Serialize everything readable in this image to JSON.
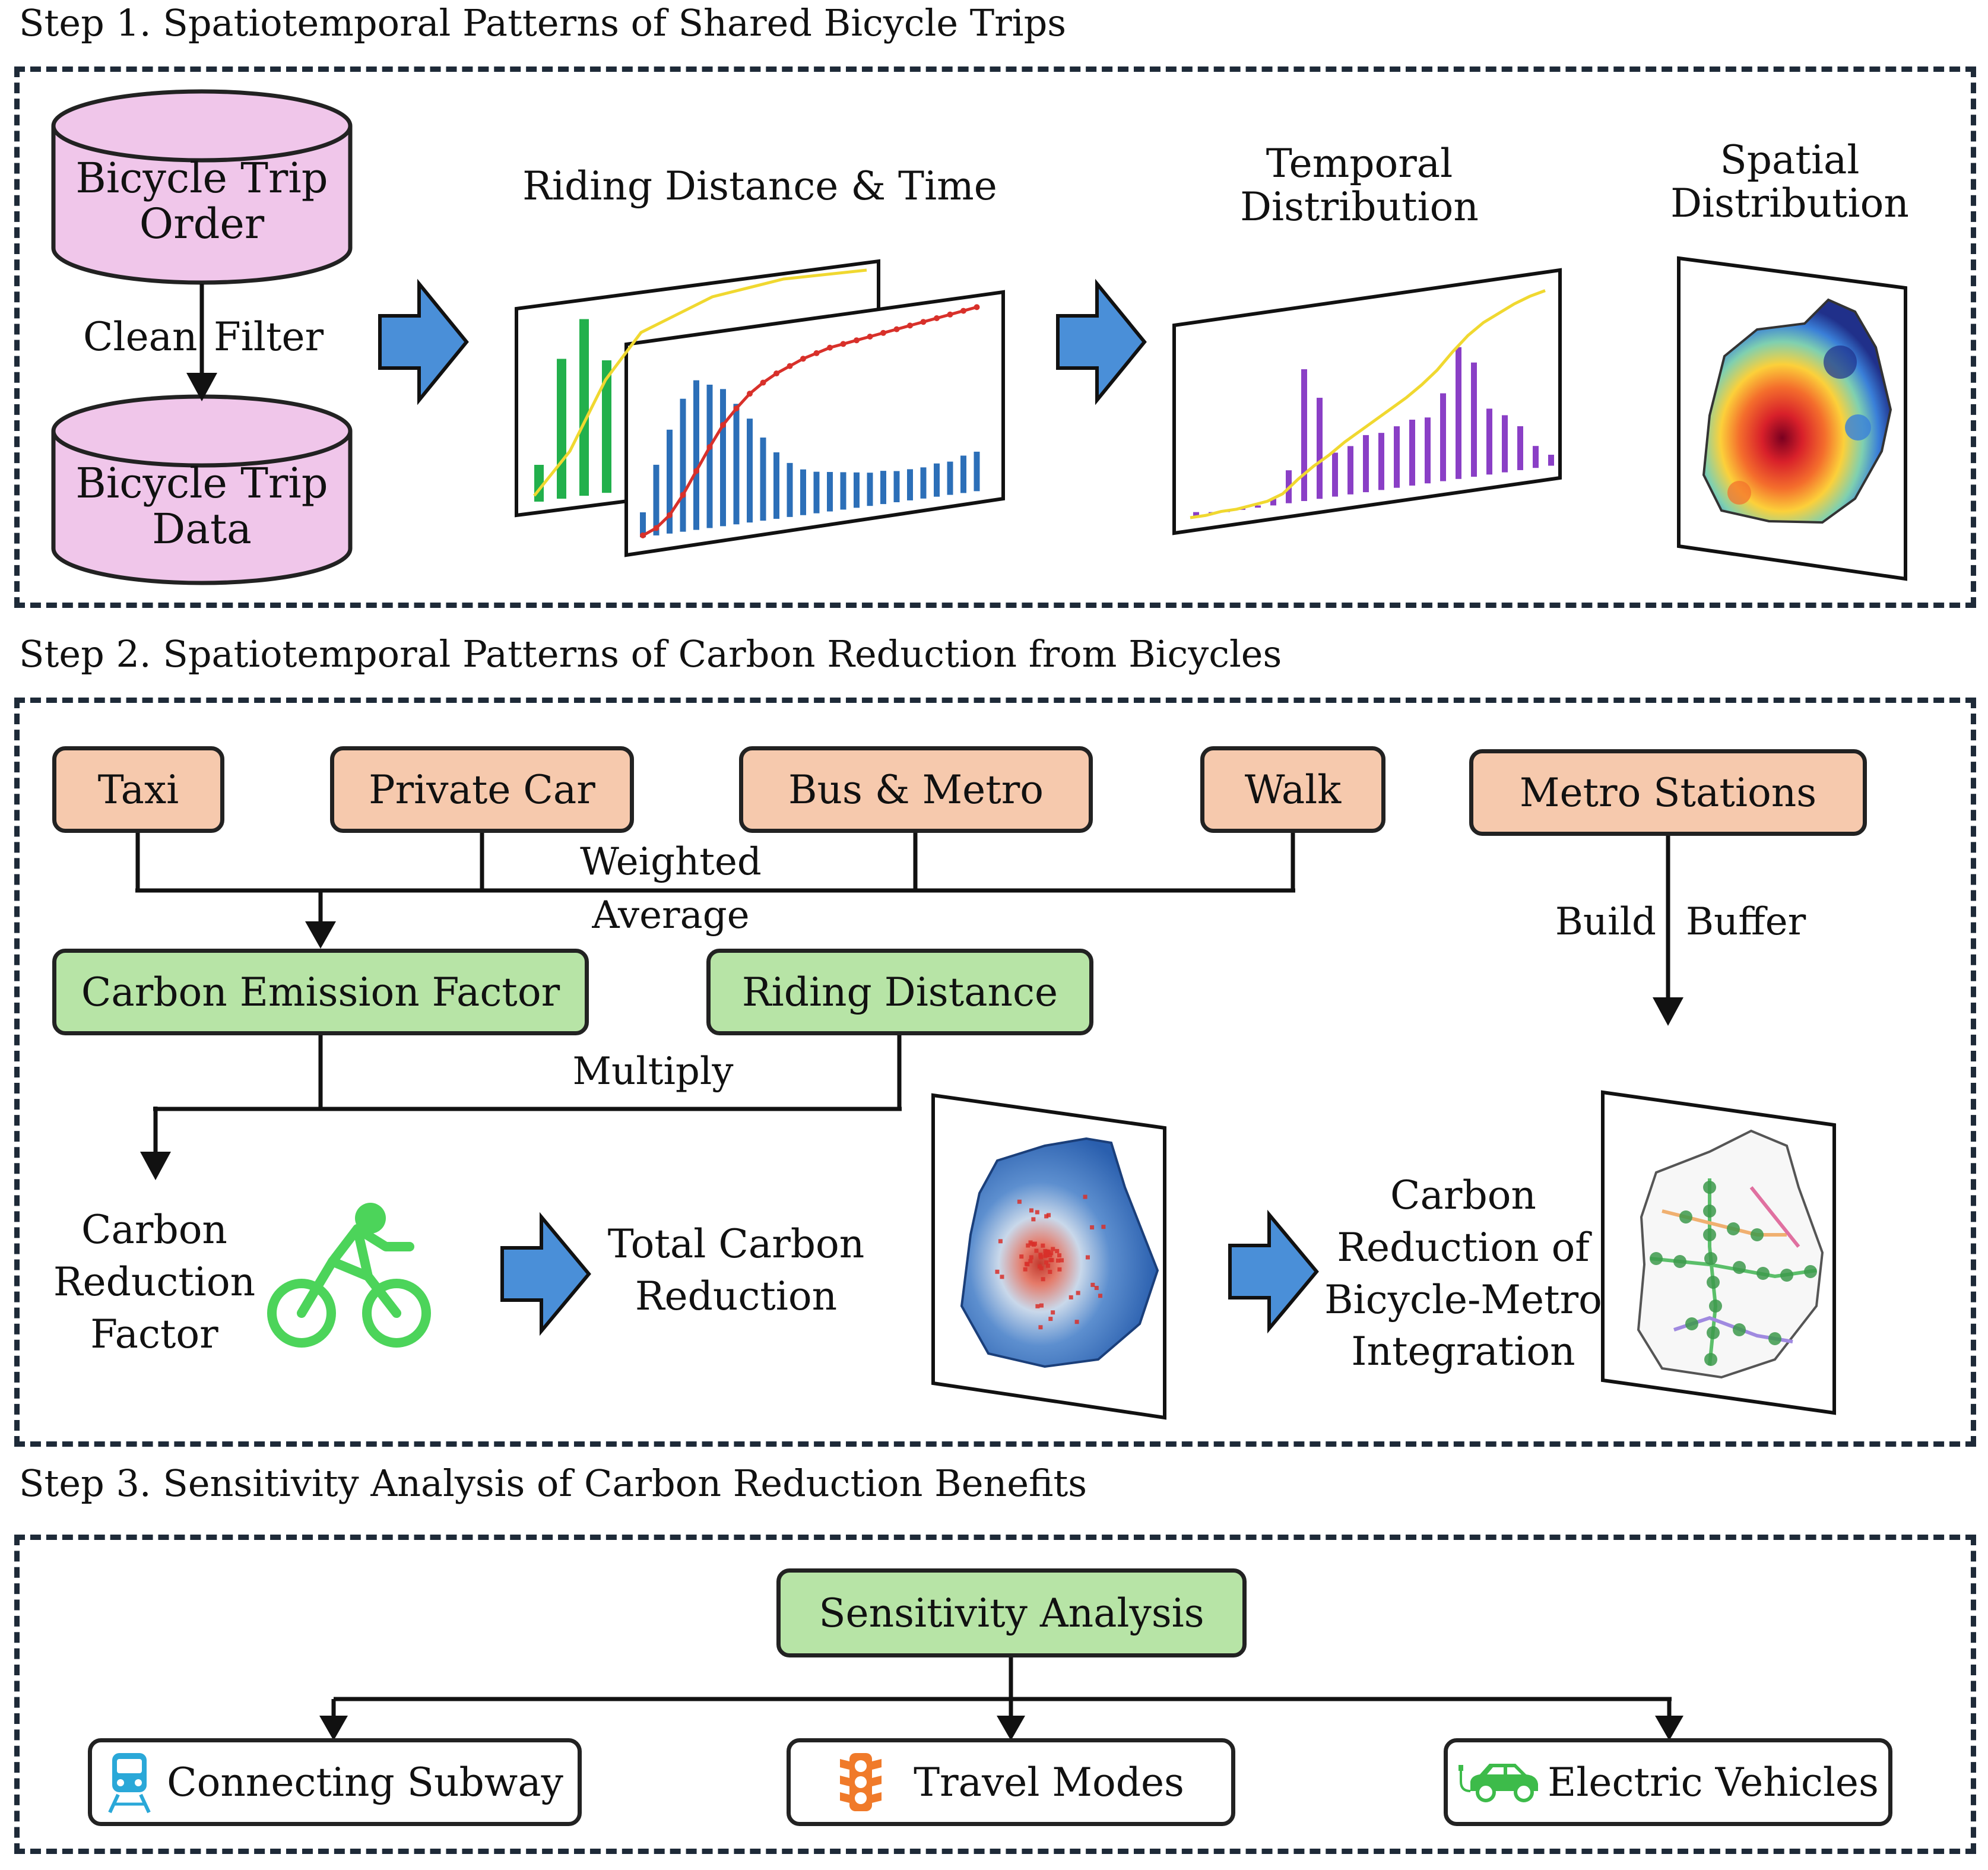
{
  "step1": {
    "title": "Step 1. Spatiotemporal Patterns of Shared Bicycle Trips",
    "db_top_label": "Bicycle Trip\nOrder",
    "db_bottom_label": "Bicycle Trip\nData",
    "arrow_label_left": "Clean",
    "arrow_label_right": "Filter",
    "riding_title": "Riding Distance & Time",
    "temporal_title": "Temporal\nDistribution",
    "spatial_title": "Spatial\nDistribution"
  },
  "step2": {
    "title": "Step 2. Spatiotemporal Patterns of Carbon Reduction from Bicycles",
    "modes": [
      "Taxi",
      "Private Car",
      "Bus & Metro",
      "Walk"
    ],
    "metro_stations": "Metro Stations",
    "weighted_label": "Weighted\nAverage",
    "build_label": "Build",
    "buffer_label": "Buffer",
    "emission_factor": "Carbon Emission Factor",
    "riding_distance": "Riding Distance",
    "multiply_label": "Multiply",
    "reduction_factor": "Carbon\nReduction\nFactor",
    "total_reduction": "Total Carbon\nReduction",
    "integration_label": "Carbon\nReduction of\nBicycle-Metro\nIntegration"
  },
  "step3": {
    "title": "Step 3. Sensitivity Analysis of Carbon Reduction Benefits",
    "sensitivity": "Sensitivity Analysis",
    "branches": [
      "Connecting Subway",
      "Travel Modes",
      "Electric Vehicles"
    ]
  },
  "colors": {
    "orange_box": "#f6c9ad",
    "green_box": "#b7e4a6",
    "db_fill": "#f0c6ea",
    "flow_arrow": "#4a8fd8",
    "bike_icon": "#4cd45a",
    "green_bars": "#22b04c",
    "blue_bars": "#2c6fb8",
    "purple_bars": "#8a3fc6",
    "cumulative_yellow": "#f0d830",
    "cumulative_red": "#d8302a"
  },
  "chart_data": [
    {
      "type": "bar",
      "title": "",
      "series": [
        {
          "values": [
            10,
            38,
            48,
            36
          ]
        }
      ]
    },
    {
      "type": "bar",
      "title": "",
      "series": [
        {
          "values": [
            12,
            34,
            50,
            64,
            72,
            69,
            66,
            58,
            50,
            40,
            32,
            26,
            22,
            20,
            19,
            18,
            17,
            16,
            16,
            15,
            15,
            15,
            16,
            16,
            18,
            19
          ]
        },
        {
          "values": [
            1,
            4,
            10,
            20,
            32,
            44,
            55,
            63,
            70,
            75,
            79,
            82,
            85,
            87,
            89,
            90,
            91,
            92,
            93,
            94,
            95,
            96,
            97,
            98,
            99,
            100
          ]
        }
      ]
    },
    {
      "type": "bar",
      "title": "",
      "series": [
        {
          "values": [
            2,
            1,
            1,
            1,
            1,
            3,
            15,
            60,
            46,
            20,
            22,
            26,
            26,
            28,
            30,
            30,
            40,
            60,
            52,
            30,
            26,
            20,
            10,
            5
          ]
        },
        {
          "values": [
            1,
            1,
            2,
            2,
            3,
            4,
            7,
            14,
            20,
            25,
            31,
            36,
            41,
            46,
            51,
            57,
            64,
            73,
            81,
            87,
            91,
            95,
            98,
            100
          ]
        }
      ]
    }
  ]
}
